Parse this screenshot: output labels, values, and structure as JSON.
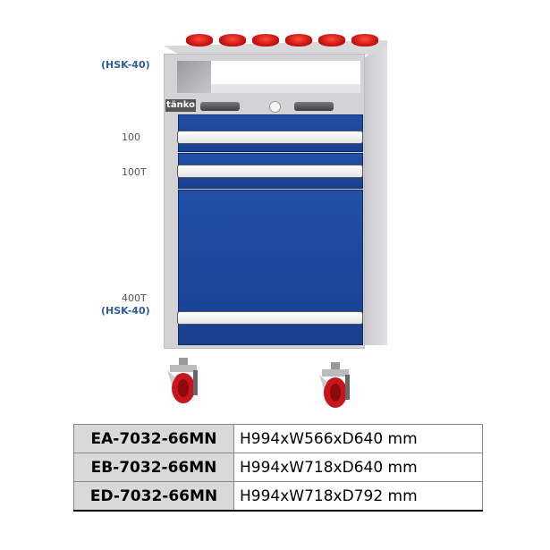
{
  "labels": {
    "hsk_top": "(HSK-40)",
    "d1": "100",
    "d2": "100T",
    "d3": "400T",
    "hsk_bottom": "(HSK-40)"
  },
  "brand": "tänko",
  "colors": {
    "drawer": "#1f4aa0",
    "body": "#d3d3d5",
    "holder": "#d81b10"
  },
  "table": [
    {
      "model": "EA-7032-66MN",
      "dims": "H994xW566xD640 mm"
    },
    {
      "model": "EB-7032-66MN",
      "dims": "H994xW718xD640 mm"
    },
    {
      "model": "ED-7032-66MN",
      "dims": "H994xW718xD792 mm"
    }
  ]
}
